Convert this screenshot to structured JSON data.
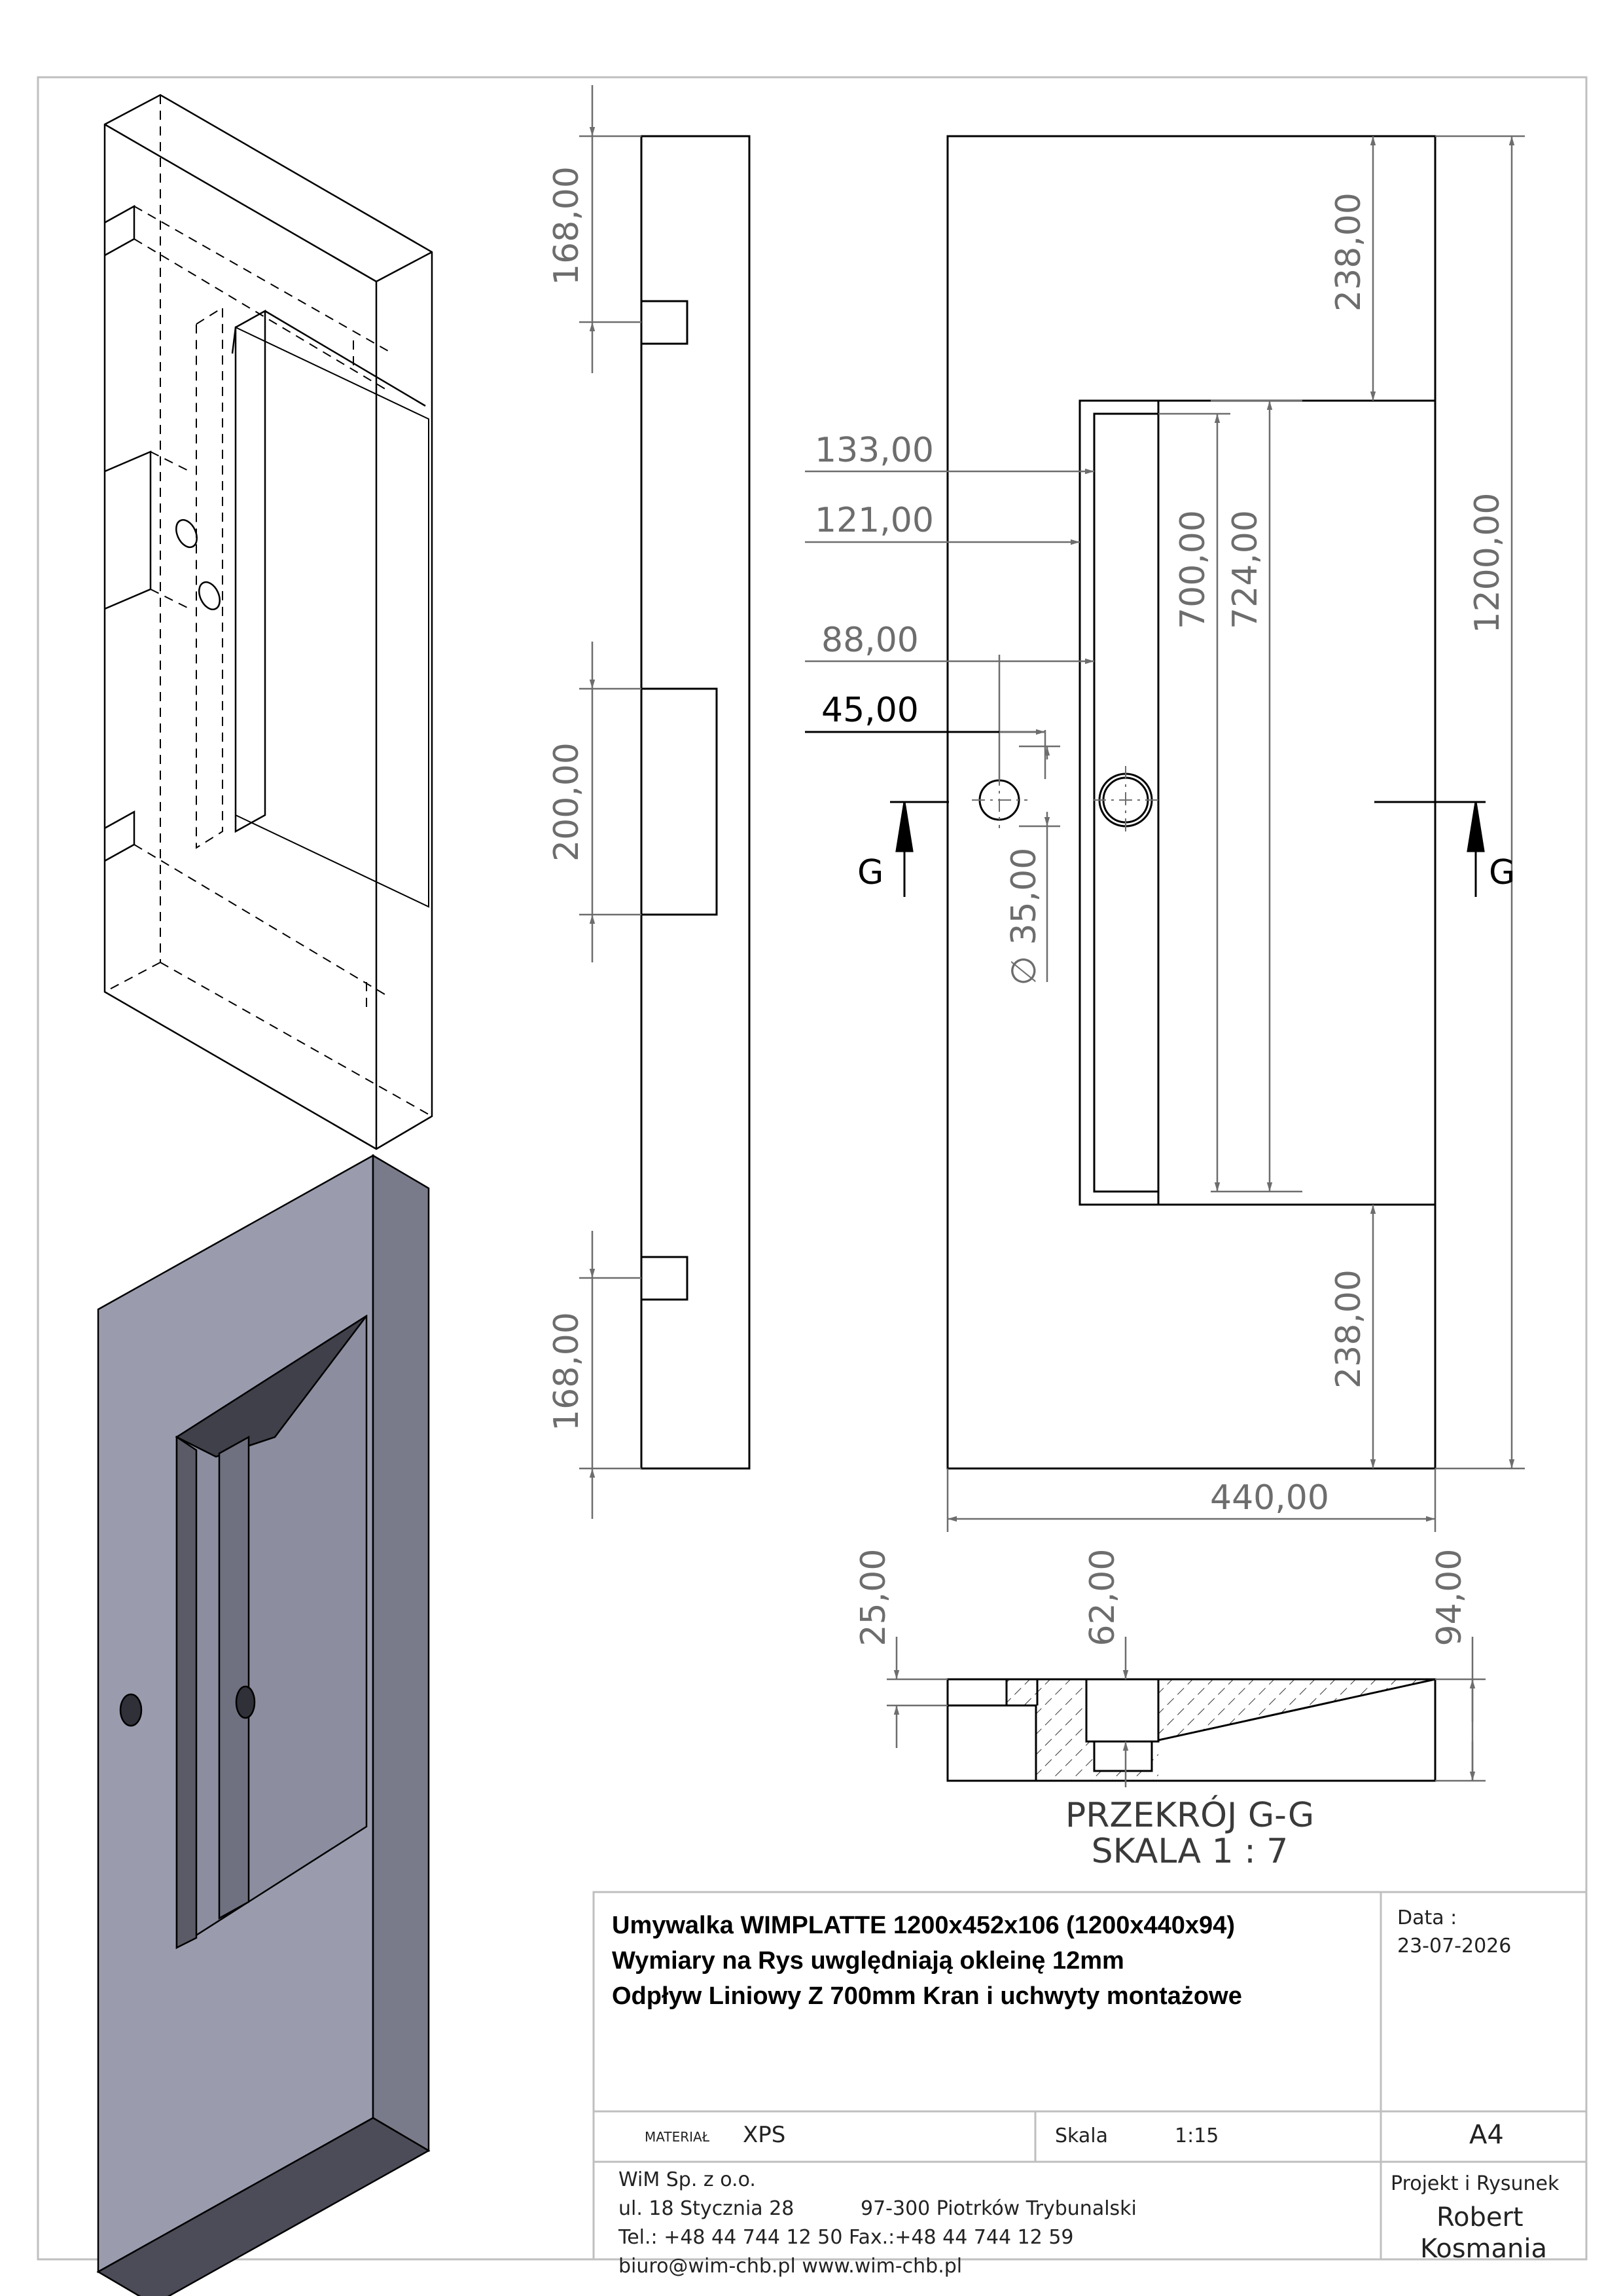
{
  "dimensions": {
    "side_top": "168,00",
    "side_middle": "200,00",
    "side_bottom": "168,00",
    "front_top": "238,00",
    "front_bottom": "238,00",
    "front_total": "1200,00",
    "front_width": "440,00",
    "inner_700": "700,00",
    "inner_724": "724,00",
    "offset_133": "133,00",
    "offset_121": "121,00",
    "offset_88": "88,00",
    "offset_45": "45,00",
    "hole_diameter": "∅ 35,00",
    "section_25": "25,00",
    "section_62": "62,00",
    "section_94": "94,00"
  },
  "section": {
    "marker_left": "G",
    "marker_right": "G",
    "title": "PRZEKRÓJ G-G",
    "scale": "SKALA 1 : 7"
  },
  "title_block": {
    "line1": "Umywalka  WIMPLATTE 1200x452x106  (1200x440x94)",
    "line2": "Wymiary na Rys uwględniają okleinę 12mm",
    "line3": "Odpływ Liniowy Z 700mm Kran i uchwyty montażowe",
    "date_label": "Data :",
    "date_value": "23-07-2026",
    "material_label": "MATERIAŁ",
    "material_value": "XPS",
    "scale_label": "Skala",
    "scale_value": "1:15",
    "paper_size": "A4",
    "company_name": "WiM Sp. z o.o.",
    "address_street": "ul. 18 Stycznia 28",
    "address_city": "97-300 Piotrków Trybunalski",
    "phone": "Tel.: +48 44 744 12 50 Fax.:+48 44 744 12 59",
    "contact": "biuro@wim-chb.pl   www.wim-chb.pl",
    "author_label": "Projekt i Rysunek",
    "author_first": "Robert",
    "author_last": "Kosmania"
  },
  "colors": {
    "line": "#000000",
    "dim_line": "#6d6d6d",
    "shade_front": "#9a9cae",
    "shade_side": "#7a7b8a",
    "shade_dark": "#4b4c57",
    "border": "#bfbfbf"
  }
}
